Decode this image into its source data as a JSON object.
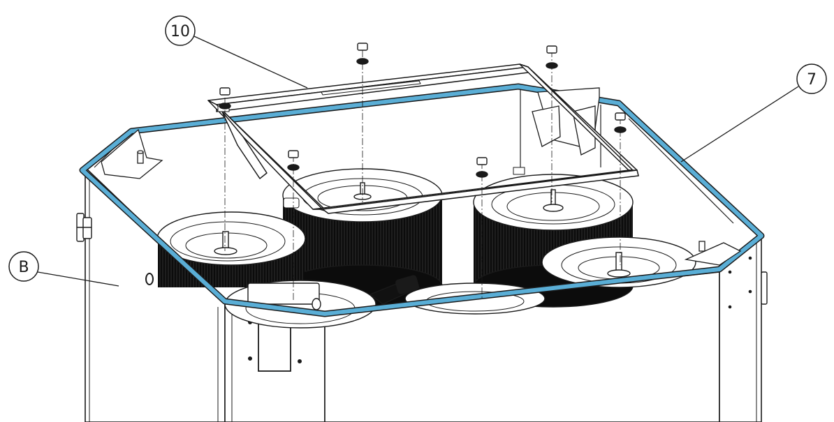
{
  "callouts": {
    "c10": "10",
    "c7": "7",
    "cB": "B"
  },
  "colors": {
    "gasket": "#5aaed6",
    "line": "#1a1a1a",
    "filter_media": "#111111",
    "background": "#ffffff"
  }
}
